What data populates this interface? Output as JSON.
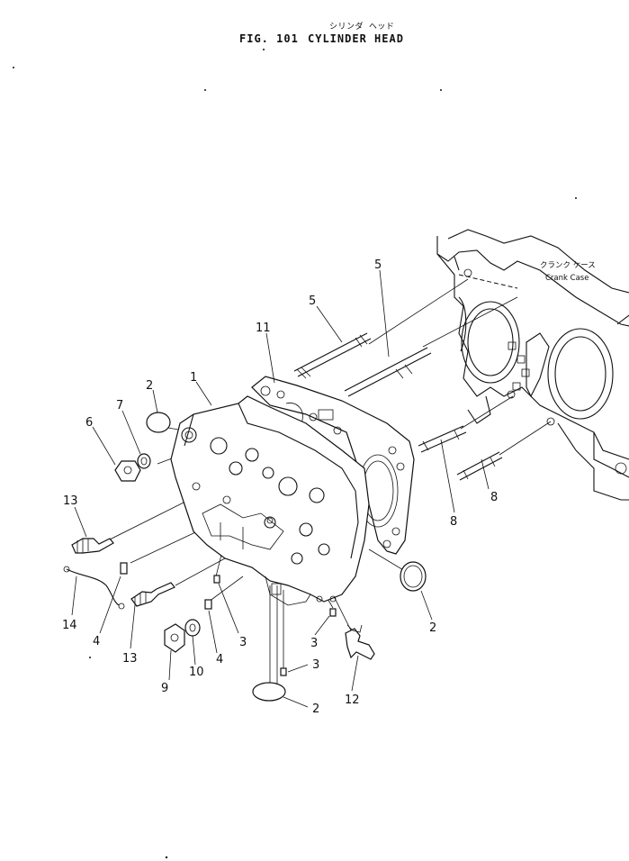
{
  "header": {
    "japanese_title": "シリンダ ヘッド",
    "fig_label": "FIG. 101",
    "title": "CYLINDER HEAD"
  },
  "crank_case": {
    "japanese": "クランク ケース",
    "english": "Crank Case"
  },
  "callouts": [
    {
      "id": "c2a",
      "text": "2"
    },
    {
      "id": "c1",
      "text": "1"
    },
    {
      "id": "c7",
      "text": "7"
    },
    {
      "id": "c6",
      "text": "6"
    },
    {
      "id": "c5a",
      "text": "5"
    },
    {
      "id": "c5b",
      "text": "5"
    },
    {
      "id": "c11",
      "text": "11"
    },
    {
      "id": "c13a",
      "text": "13"
    },
    {
      "id": "c14",
      "text": "14"
    },
    {
      "id": "c4a",
      "text": "4"
    },
    {
      "id": "c13b",
      "text": "13"
    },
    {
      "id": "c9",
      "text": "9"
    },
    {
      "id": "c10",
      "text": "10"
    },
    {
      "id": "c4b",
      "text": "4"
    },
    {
      "id": "c3a",
      "text": "3"
    },
    {
      "id": "c3b",
      "text": "3"
    },
    {
      "id": "c3c",
      "text": "3"
    },
    {
      "id": "c2b",
      "text": "2"
    },
    {
      "id": "c12",
      "text": "12"
    },
    {
      "id": "c2c",
      "text": "2"
    },
    {
      "id": "c8a",
      "text": "8"
    },
    {
      "id": "c8b",
      "text": "8"
    }
  ],
  "colors": {
    "ink": "#111111",
    "paper": "#ffffff"
  }
}
